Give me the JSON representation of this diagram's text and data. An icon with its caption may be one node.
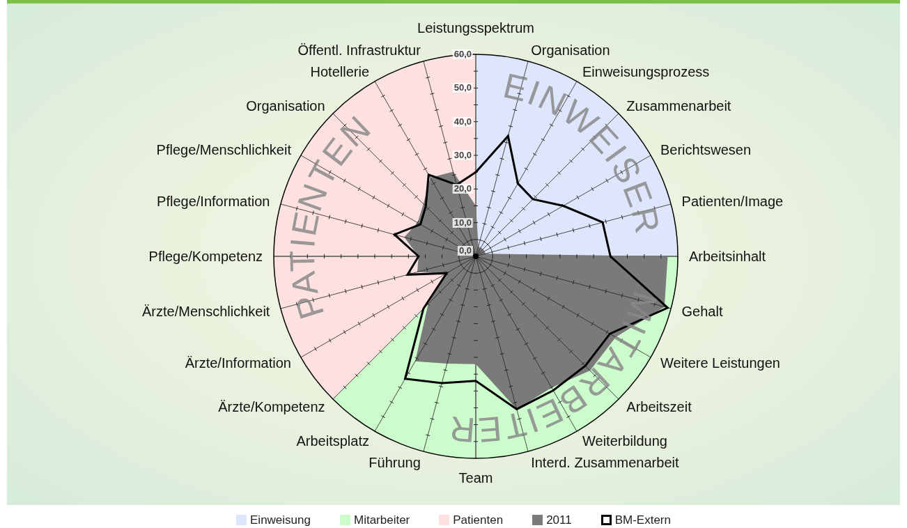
{
  "diagram": {
    "labels": [
      "Leistungsspektrum",
      "Organisation",
      "Einweisungsprozess",
      "Zusammenarbeit",
      "Berichtswesen",
      "Patienten/Image",
      "Arbeitsinhalt",
      "Gehalt",
      "Weitere Leistungen",
      "Arbeitszeit",
      "Weiterbildung",
      "Interd. Zusammenarbeit",
      "Team",
      "Führung",
      "Arbeitsplatz",
      "Ärzte/Kompetenz",
      "Ärzte/Information",
      "Ärzte/Menschlichkeit",
      "Pflege/Kompetenz",
      "Pflege/Information",
      "Pflege/Menschlichkeit",
      "Organisation",
      "Hotellerie",
      "Öffentl. Infrastruktur",
      "0,0",
      "10,0",
      "20,0",
      "30,0",
      "40,0",
      "50,0",
      "60,0",
      "EINWEISER",
      "MITARBEITER",
      "PATIENTEN"
    ],
    "legend": [
      {
        "text": "Einweisung",
        "color": "#dde6fb"
      },
      {
        "text": "Mitarbeiter",
        "color": "#ccfccc"
      },
      {
        "text": "Patienten",
        "color": "#fde0e0"
      },
      {
        "text": "2011",
        "color": "#7a7a7a"
      },
      {
        "text": "BM-Extern"
      }
    ]
  }
}
